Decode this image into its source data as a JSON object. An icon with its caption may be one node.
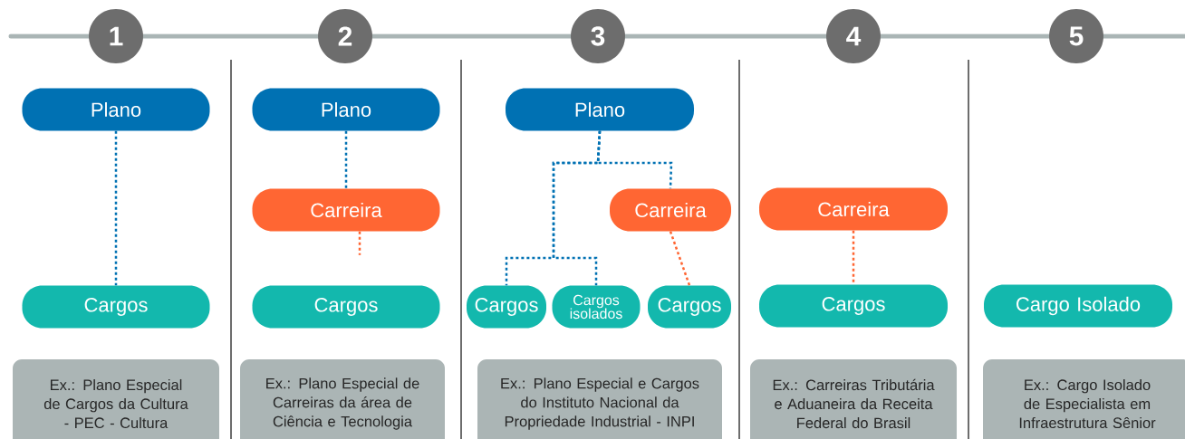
{
  "diagram": {
    "nodes": [
      {
        "text": [
          "1"
        ]
      },
      {
        "text": [
          "Plano"
        ]
      },
      {
        "text": [
          "Cargos"
        ]
      },
      {
        "text": [
          "Ex.: Plano Especial de Cargos da Cultura - PEC - Cultura"
        ]
      },
      {
        "text": [
          "2"
        ]
      },
      {
        "text": [
          "Plano"
        ]
      },
      {
        "text": [
          "Carreira"
        ]
      },
      {
        "text": [
          "Cargos"
        ]
      },
      {
        "text": [
          "Ex.: Plano Especial de Carreiras da área de Ciência e Tecnologia"
        ]
      },
      {
        "text": [
          "3"
        ]
      },
      {
        "text": [
          "Plano"
        ]
      },
      {
        "text": [
          "Carreira"
        ]
      },
      {
        "text": [
          "Cargos"
        ]
      },
      {
        "text": [
          "Cargos isolados"
        ]
      },
      {
        "text": [
          "Cargos"
        ]
      },
      {
        "text": [
          "Ex.: Plano Especial  e Cargos do Instituto Nacional da Propriedade Industrial - INPI"
        ]
      },
      {
        "text": [
          "4"
        ]
      },
      {
        "text": [
          "Carreira"
        ]
      },
      {
        "text": [
          "Cargos"
        ]
      },
      {
        "text": [
          "Ex.: Carreiras Tributária e Aduaneira da Receita Federal do Brasil"
        ]
      },
      {
        "text": [
          "5"
        ]
      },
      {
        "text": [
          "Cargo Isolado"
        ]
      },
      {
        "text": [
          "Ex.: Cargo Isolado de Especialista em Infraestrutura Sênior"
        ]
      }
    ],
    "edges": [
      {
        "from": 1,
        "to": 2,
        "arrow": "none",
        "style": "dashed"
      },
      {
        "from": 5,
        "to": 6,
        "arrow": "none",
        "style": "dashed"
      },
      {
        "from": 6,
        "to": null,
        "arrow": "none",
        "style": "dashed",
        "color": "#ff6633"
      },
      {
        "from": 10,
        "to": 11,
        "arrow": "none",
        "style": "dashed"
      },
      {
        "from": 10,
        "to": 12,
        "arrow": "none",
        "style": "dashed"
      },
      {
        "from": 10,
        "to": 13,
        "arrow": "none",
        "style": "dashed"
      },
      {
        "from": 11,
        "to": 14,
        "arrow": "none",
        "style": "dashed",
        "color": "#ff6633"
      },
      {
        "from": 17,
        "to": 18,
        "arrow": "none",
        "style": "dashed",
        "color": "#ff6633"
      }
    ]
  }
}
